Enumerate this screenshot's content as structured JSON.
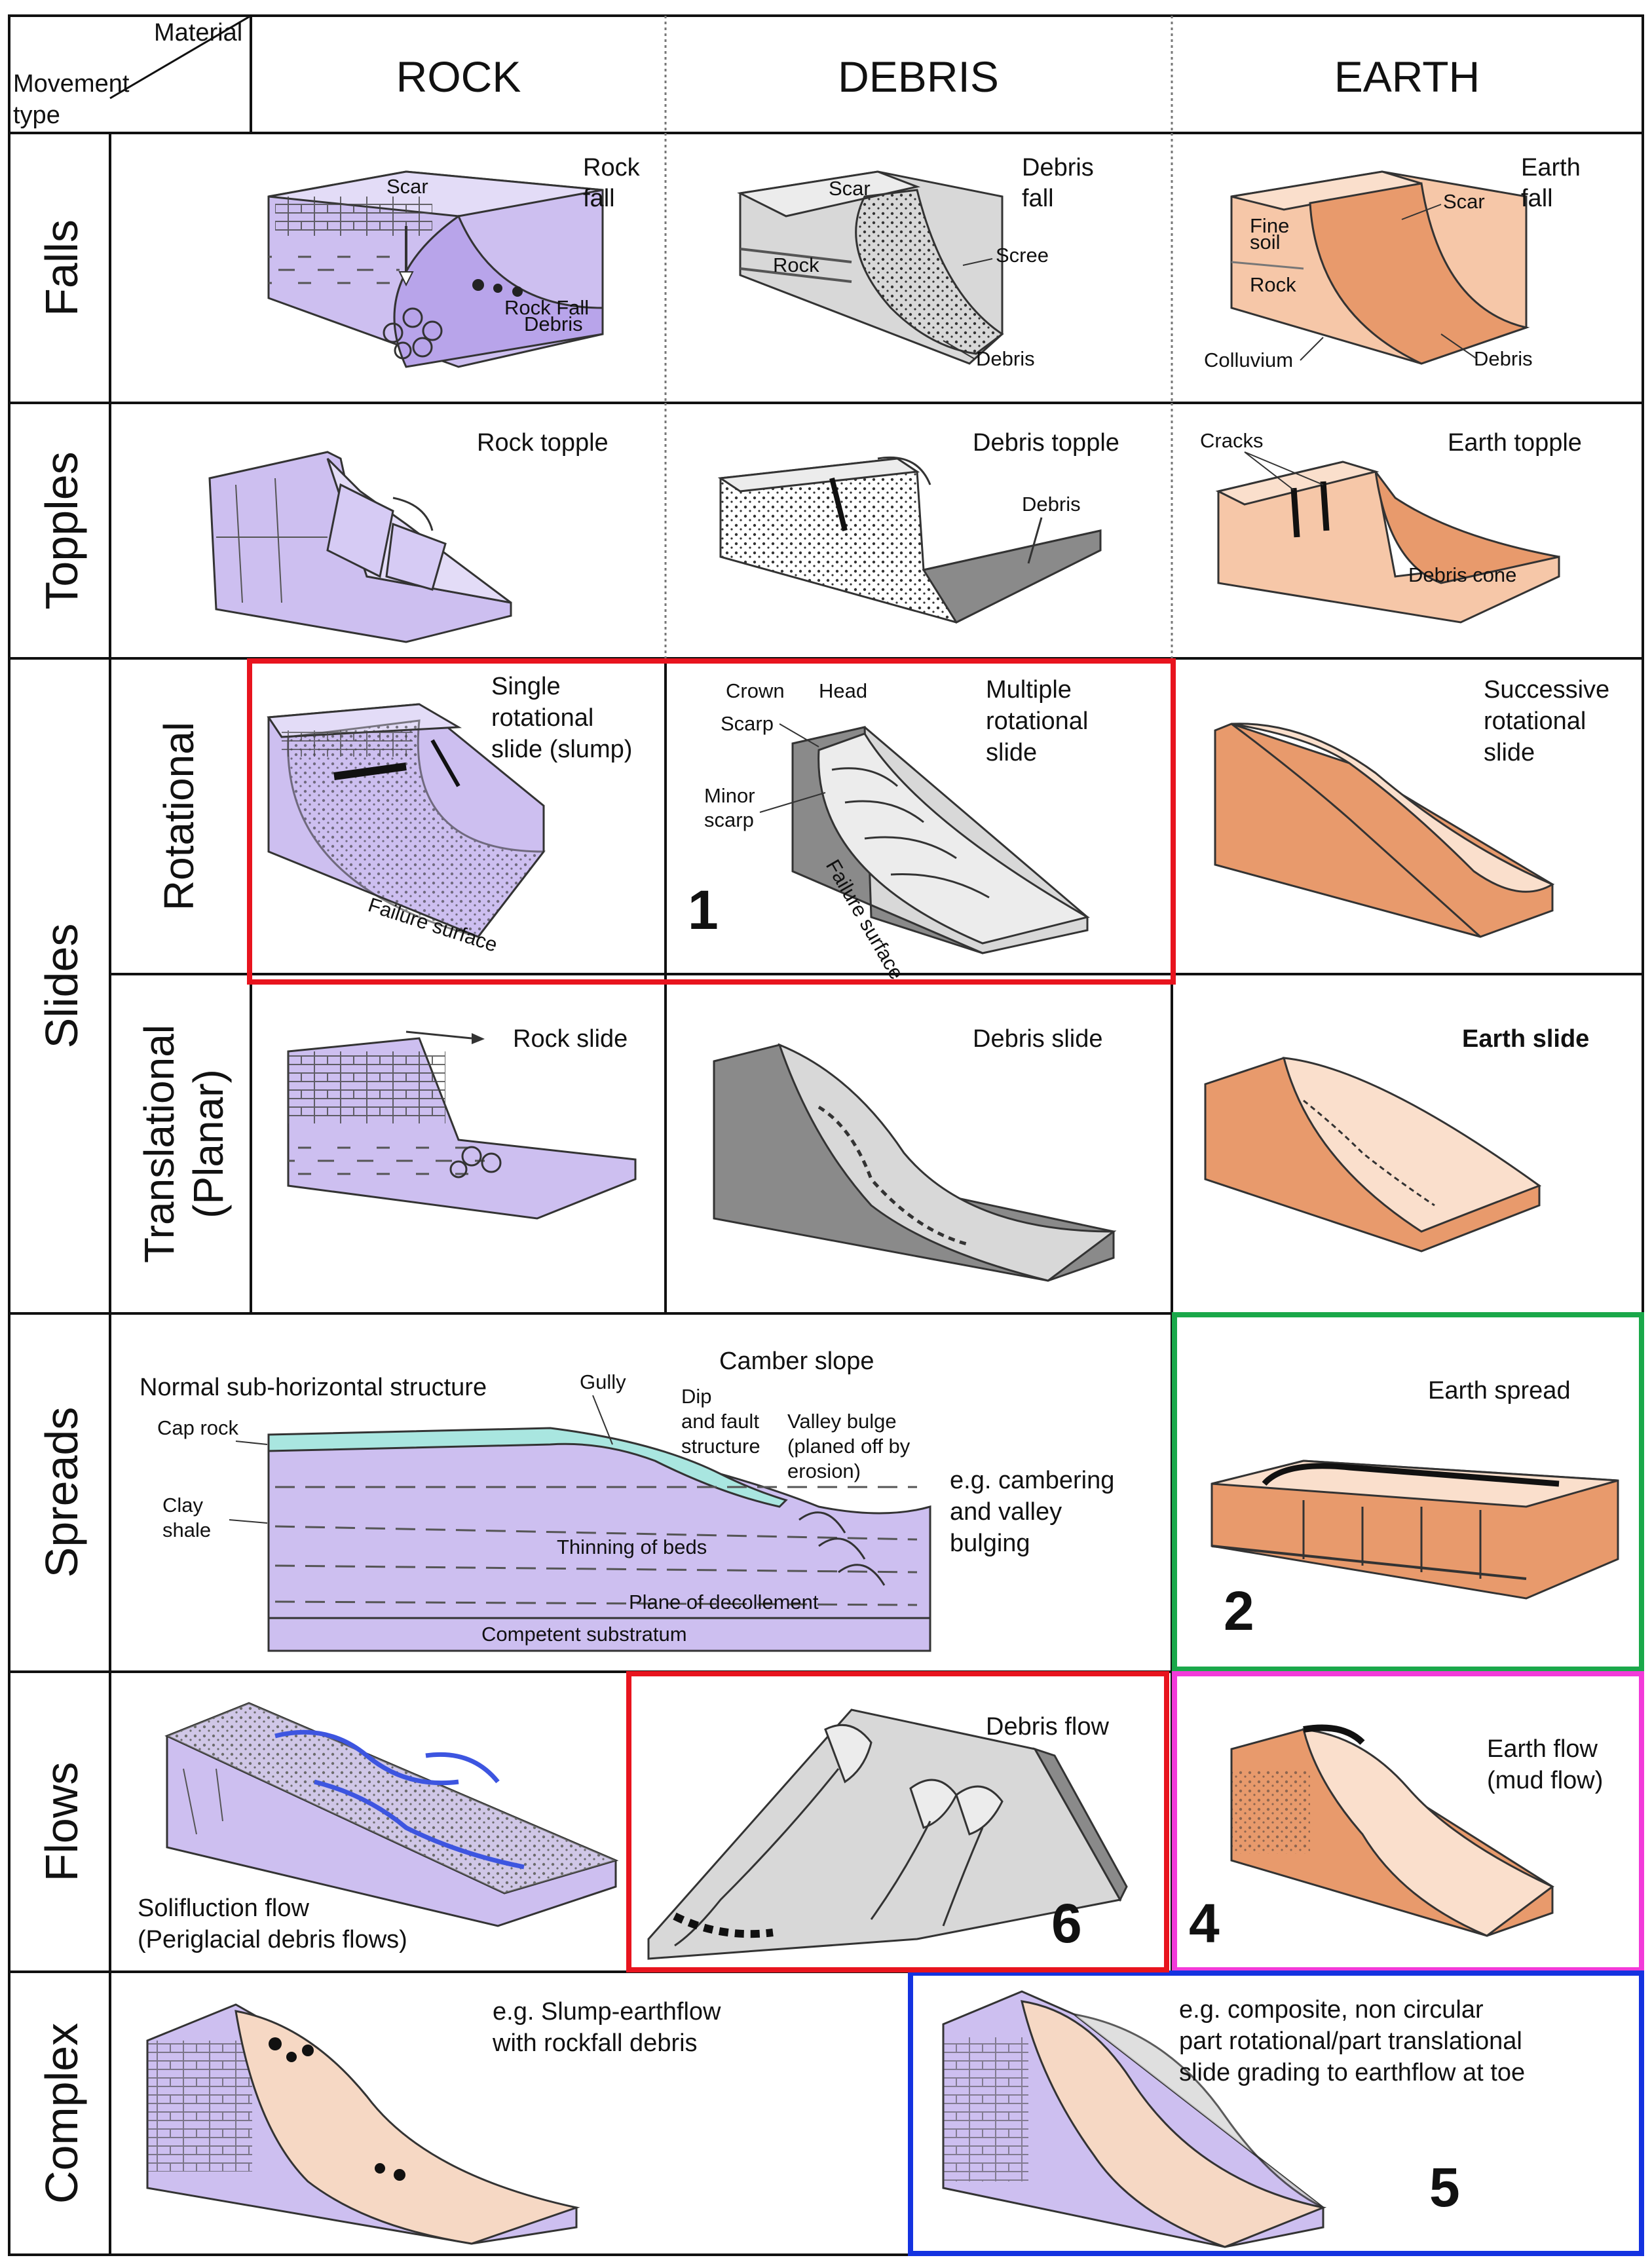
{
  "header": {
    "material_label": "Material",
    "movement_label_line1": "Movement",
    "movement_label_line2": "type",
    "columns": [
      "ROCK",
      "DEBRIS",
      "EARTH"
    ]
  },
  "rows": {
    "falls": "Falls",
    "topples": "Topples",
    "slides": "Slides",
    "slides_rotational": "Rotational",
    "slides_translational_line1": "Translational",
    "slides_translational_line2": "(Planar)",
    "spreads": "Spreads",
    "flows": "Flows",
    "complex": "Complex"
  },
  "cells": {
    "rock_fall": {
      "title": [
        "Rock",
        "fall"
      ],
      "labels": {
        "scar": "Scar",
        "debris_line1": "Rock Fall",
        "debris_line2": "Debris"
      }
    },
    "debris_fall": {
      "title": [
        "Debris",
        "fall"
      ],
      "labels": {
        "scar": "Scar",
        "scree": "Scree",
        "rock": "Rock",
        "debris": "Debris"
      }
    },
    "earth_fall": {
      "title": [
        "Earth",
        "fall"
      ],
      "labels": {
        "scar": "Scar",
        "fine_soil_line1": "Fine",
        "fine_soil_line2": "soil",
        "rock": "Rock",
        "colluvium": "Colluvium",
        "debris": "Debris"
      }
    },
    "rock_topple": {
      "title": "Rock topple"
    },
    "debris_topple": {
      "title": "Debris topple",
      "labels": {
        "debris": "Debris"
      }
    },
    "earth_topple": {
      "title": "Earth topple",
      "labels": {
        "cracks": "Cracks",
        "debris_cone": "Debris cone"
      }
    },
    "rock_rotational": {
      "title": [
        "Single",
        "rotational",
        "slide (slump)"
      ],
      "labels": {
        "failure_surface": "Failure surface"
      }
    },
    "debris_rotational": {
      "title": [
        "Multiple",
        "rotational",
        "slide"
      ],
      "labels": {
        "crown": "Crown",
        "head": "Head",
        "scarp": "Scarp",
        "minor_scarp_line1": "Minor",
        "minor_scarp_line2": "scarp",
        "failure_surface": "Failure surface"
      }
    },
    "earth_rotational": {
      "title": [
        "Successive",
        "rotational",
        "slide"
      ]
    },
    "rock_translational": {
      "title": "Rock slide"
    },
    "debris_translational": {
      "title": "Debris slide"
    },
    "earth_translational": {
      "title": "Earth slide"
    },
    "spreads_rock_debris": {
      "labels": {
        "normal_structure": "Normal sub-horizontal structure",
        "camber_slope": "Camber slope",
        "gully": "Gully",
        "dip_line1": "Dip",
        "dip_line2": "and fault",
        "dip_line3": "structure",
        "valley_bulge_line1": "Valley bulge",
        "valley_bulge_line2": "(planed off by",
        "valley_bulge_line3": "erosion)",
        "cap_rock": "Cap rock",
        "clay_line1": "Clay",
        "clay_line2": "shale",
        "thinning": "Thinning of beds",
        "plane": "Plane of decollement",
        "substratum": "Competent substratum",
        "eg_line1": "e.g. cambering",
        "eg_line2": "and valley",
        "eg_line3": "bulging"
      }
    },
    "earth_spread": {
      "title": "Earth spread"
    },
    "solifluction": {
      "title": [
        "Solifluction flow",
        "(Periglacial debris flows)"
      ]
    },
    "debris_flow": {
      "title": "Debris flow"
    },
    "earth_flow": {
      "title": [
        "Earth flow",
        "(mud flow)"
      ]
    },
    "complex_rock": {
      "title": [
        "e.g. Slump-earthflow",
        "with rockfall debris"
      ]
    },
    "complex_earth": {
      "title": [
        "e.g. composite, non circular",
        "part rotational/part translational",
        "slide grading to earthflow at toe"
      ]
    }
  },
  "highlights": [
    {
      "number": "1",
      "color": "#e8141e"
    },
    {
      "number": "2",
      "color": "#1aa84a"
    },
    {
      "number": "4",
      "color": "#f23ad9"
    },
    {
      "number": "5",
      "color": "#1432e0"
    },
    {
      "number": "6",
      "color": "#e8141e"
    }
  ],
  "colors": {
    "rock_fill": "#cdbff0",
    "rock_dark": "#a98fe0",
    "debris_fill": "#d8d8d8",
    "debris_dark": "#8a8a8a",
    "earth_fill": "#f6c7a8",
    "earth_dark": "#e89a6c",
    "cap_rock": "#a9e6e0",
    "water": "#3d55e0"
  }
}
